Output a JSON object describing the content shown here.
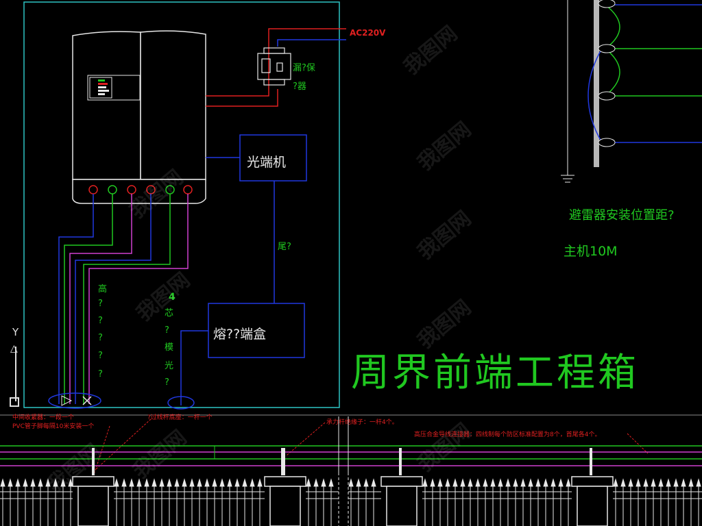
{
  "labels": {
    "power": "AC220V",
    "breaker_line1": "漏?保",
    "breaker_line2": "?器",
    "optical_terminal": "光端机",
    "pigtail": "尾?",
    "splice_box": "熔??端盒",
    "high_voltage_vertical": [
      "高",
      "?",
      "?",
      "?",
      "?",
      "?"
    ],
    "fiber_count": "4",
    "fiber_vertical": [
      "芯",
      "?",
      "模",
      "光",
      "?"
    ],
    "surge_note": "避雷器安装位置距?",
    "host_distance": "主机10M",
    "title": "周界前端工程箱"
  },
  "annotations": {
    "note_left_1": "中间收紧器：一段一个",
    "note_left_2": "PVC管子脚每隔10米安装一个",
    "note_mid": "?过线杆底座：一杆一个",
    "note_insulator": "承力杆绝缘子：一杆4个。",
    "note_right": "高压合金导线连接器：四线制每个防区标准配置为8个，首尾各4个。"
  },
  "watermark": "我图网",
  "colors": {
    "background": "#000000",
    "cabinet": "#2ec4c4",
    "device": "#e8e8e8",
    "power": "#e02020",
    "signal": "#2038e0",
    "green": "#20c820",
    "magenta": "#d040d0",
    "annotation": "#e02020"
  }
}
